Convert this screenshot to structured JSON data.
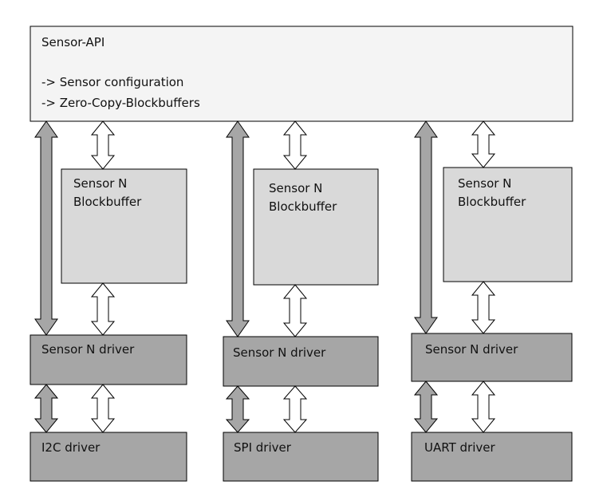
{
  "colors": {
    "api_fill": "#f4f4f4",
    "blockbuffer_fill": "#d9d9d9",
    "driver_fill": "#a6a6a6",
    "grey_arrow_fill": "#a6a6a6",
    "white_arrow_fill": "#ffffff",
    "stroke": "#000000"
  },
  "sensor_api": {
    "title": "Sensor-API",
    "lines": [
      "-> Sensor configuration",
      "-> Zero-Copy-Blockbuffers"
    ]
  },
  "columns": [
    {
      "blockbuffer": [
        "Sensor N",
        "Blockbuffer"
      ],
      "sensor_driver": "Sensor N driver",
      "bus_driver": "I2C driver"
    },
    {
      "blockbuffer": [
        "Sensor N",
        "Blockbuffer"
      ],
      "sensor_driver": "Sensor N driver",
      "bus_driver": "SPI driver"
    },
    {
      "blockbuffer": [
        "Sensor N",
        "Blockbuffer"
      ],
      "sensor_driver": "Sensor N driver",
      "bus_driver": "UART driver"
    }
  ]
}
